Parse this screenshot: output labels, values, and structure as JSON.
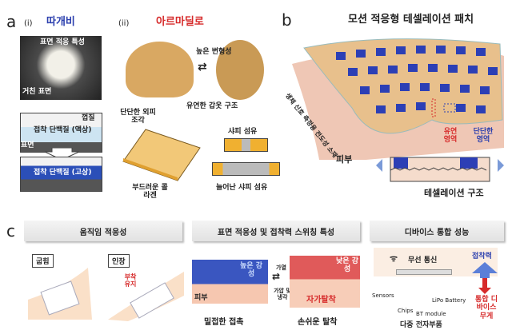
{
  "panel_a": {
    "label": "a",
    "sub_i": "(i)",
    "title_i": "따개비",
    "photo_label_top": "표면 적응 특성",
    "photo_label_bottom": "거친 표면",
    "layer_shell": "껍질",
    "layer_liquid": "접착 단백질 (액상)",
    "layer_surface": "표면",
    "layer_solid": "접착 단백질 (고상)",
    "sub_ii": "(ii)",
    "title_ii": "아르마딜로",
    "high_deform": "높은 변형성",
    "flexible_armor": "유연한 갑옷 구조",
    "hard_scale": "단단한 외피 조각",
    "soft_collagen": "부드러운 콜라겐",
    "sharpey": "샤피 섬유",
    "stretched_sharpey": "늘어난 샤피 섬유"
  },
  "panel_b": {
    "label": "b",
    "title": "모션 적응형 테셀레이션 패치",
    "conductive": "생체 신호 측정용 전도성 소재",
    "flex_region": "유연 영역",
    "rigid_region": "단단한 영역",
    "skin": "피부",
    "tess_structure": "테셀레이션 구조"
  },
  "panel_c": {
    "label": "c",
    "headers": [
      "움직임 적응성",
      "표면 적응성 및 접착력 스위칭 특성",
      "디바이스 통합 성능"
    ],
    "bend": "굽힘",
    "stretch": "인장",
    "adhesion_keep": "부착 유지",
    "high_stiff": "높은 강성",
    "skin": "피부",
    "close_contact": "밀접한 접촉",
    "heat": "가열",
    "press_cool": "가압 및 냉각",
    "low_stiff": "낮은 강성",
    "self_detach": "자가탈착",
    "easy_detach": "손쉬운 탈착",
    "wireless": "무선 통신",
    "sensors": "Sensors",
    "chips": "Chips",
    "bt": "BT module",
    "battery": "LiPo Battery",
    "multi": "다중 전자부품",
    "adhesion": "접착력",
    "weight": "통합 디바이스 무게"
  },
  "colors": {
    "blue": "#2b3fae",
    "red": "#d62a2a",
    "gold": "#f0b030"
  }
}
